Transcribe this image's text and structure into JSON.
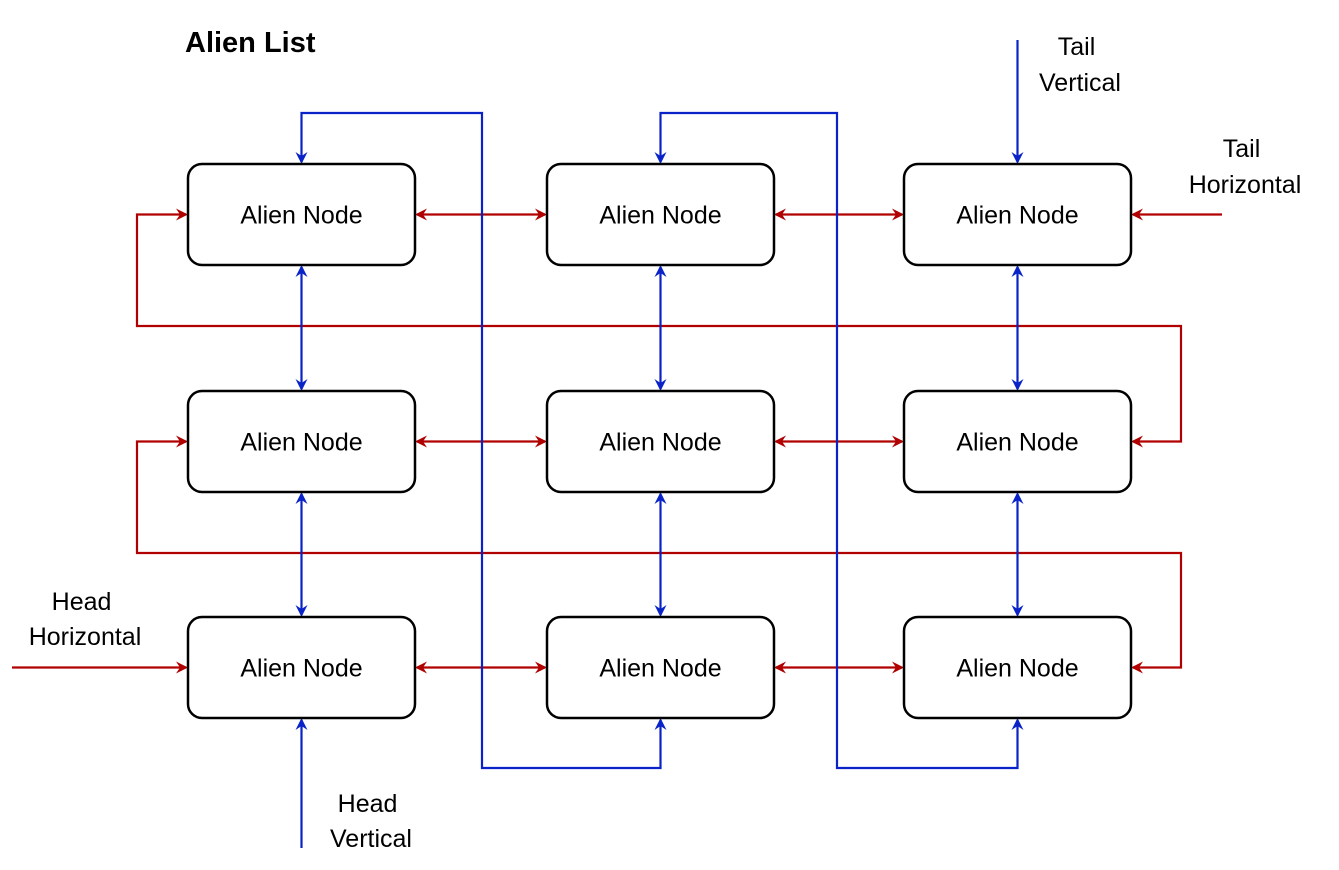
{
  "diagram": {
    "title": "Alien List",
    "node_label": "Alien Node",
    "rows": 3,
    "cols": 3,
    "labels": {
      "head_horizontal": [
        "Head",
        "Horizontal"
      ],
      "head_vertical": [
        "Head",
        "Vertical"
      ],
      "tail_horizontal": [
        "Tail",
        "Horizontal"
      ],
      "tail_vertical": [
        "Tail",
        "Vertical"
      ]
    },
    "colors": {
      "horizontal_links": "#b00000",
      "vertical_links": "#0a23c8",
      "node_border": "#000000"
    }
  }
}
